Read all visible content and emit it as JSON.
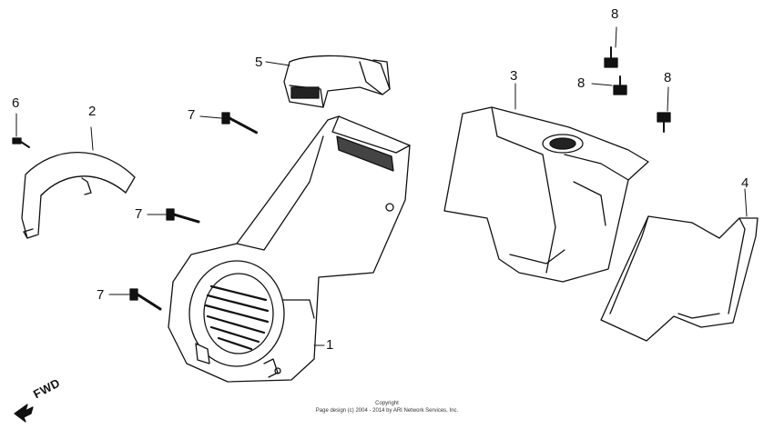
{
  "callouts": {
    "c1": "1",
    "c2": "2",
    "c3": "3",
    "c4": "4",
    "c5": "5",
    "c6": "6",
    "c7a": "7",
    "c7b": "7",
    "c7c": "7",
    "c8a": "8",
    "c8b": "8",
    "c8c": "8"
  },
  "direction_label": "FWD",
  "copyright": {
    "line1": "Copyright",
    "line2": "Page design (c) 2004 - 2014 by ARI Network Services, Inc."
  },
  "colors": {
    "line": "#111111",
    "background": "#ffffff",
    "shade": "#555555"
  }
}
